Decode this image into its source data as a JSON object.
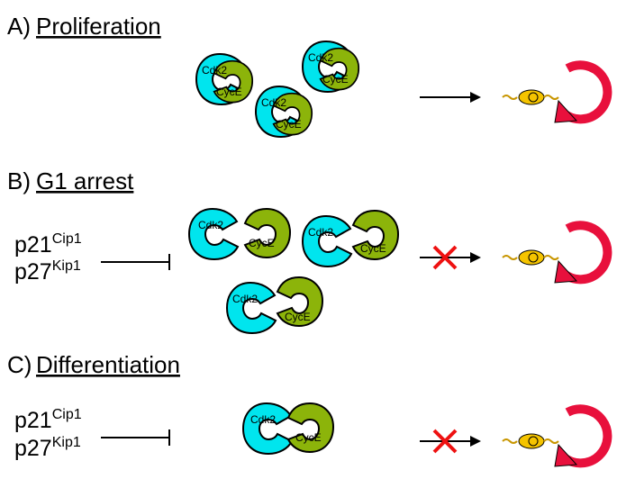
{
  "sections": [
    {
      "letter": "A)",
      "title": "Proliferation"
    },
    {
      "letter": "B)",
      "title": "G1 arrest"
    },
    {
      "letter": "C)",
      "title": "Differentiation"
    }
  ],
  "inhibitors": {
    "p21": "p21",
    "p21_sup": "Cip1",
    "p27": "p27",
    "p27_sup": "Kip1"
  },
  "labels": {
    "cdk": "Cdk2",
    "cyc": "CycE"
  },
  "colors": {
    "cdk": "#00e5ee",
    "cyc": "#8cb40a",
    "arrow": "#e8103c",
    "cross": "#ee1111",
    "cell": "#f5c400"
  }
}
